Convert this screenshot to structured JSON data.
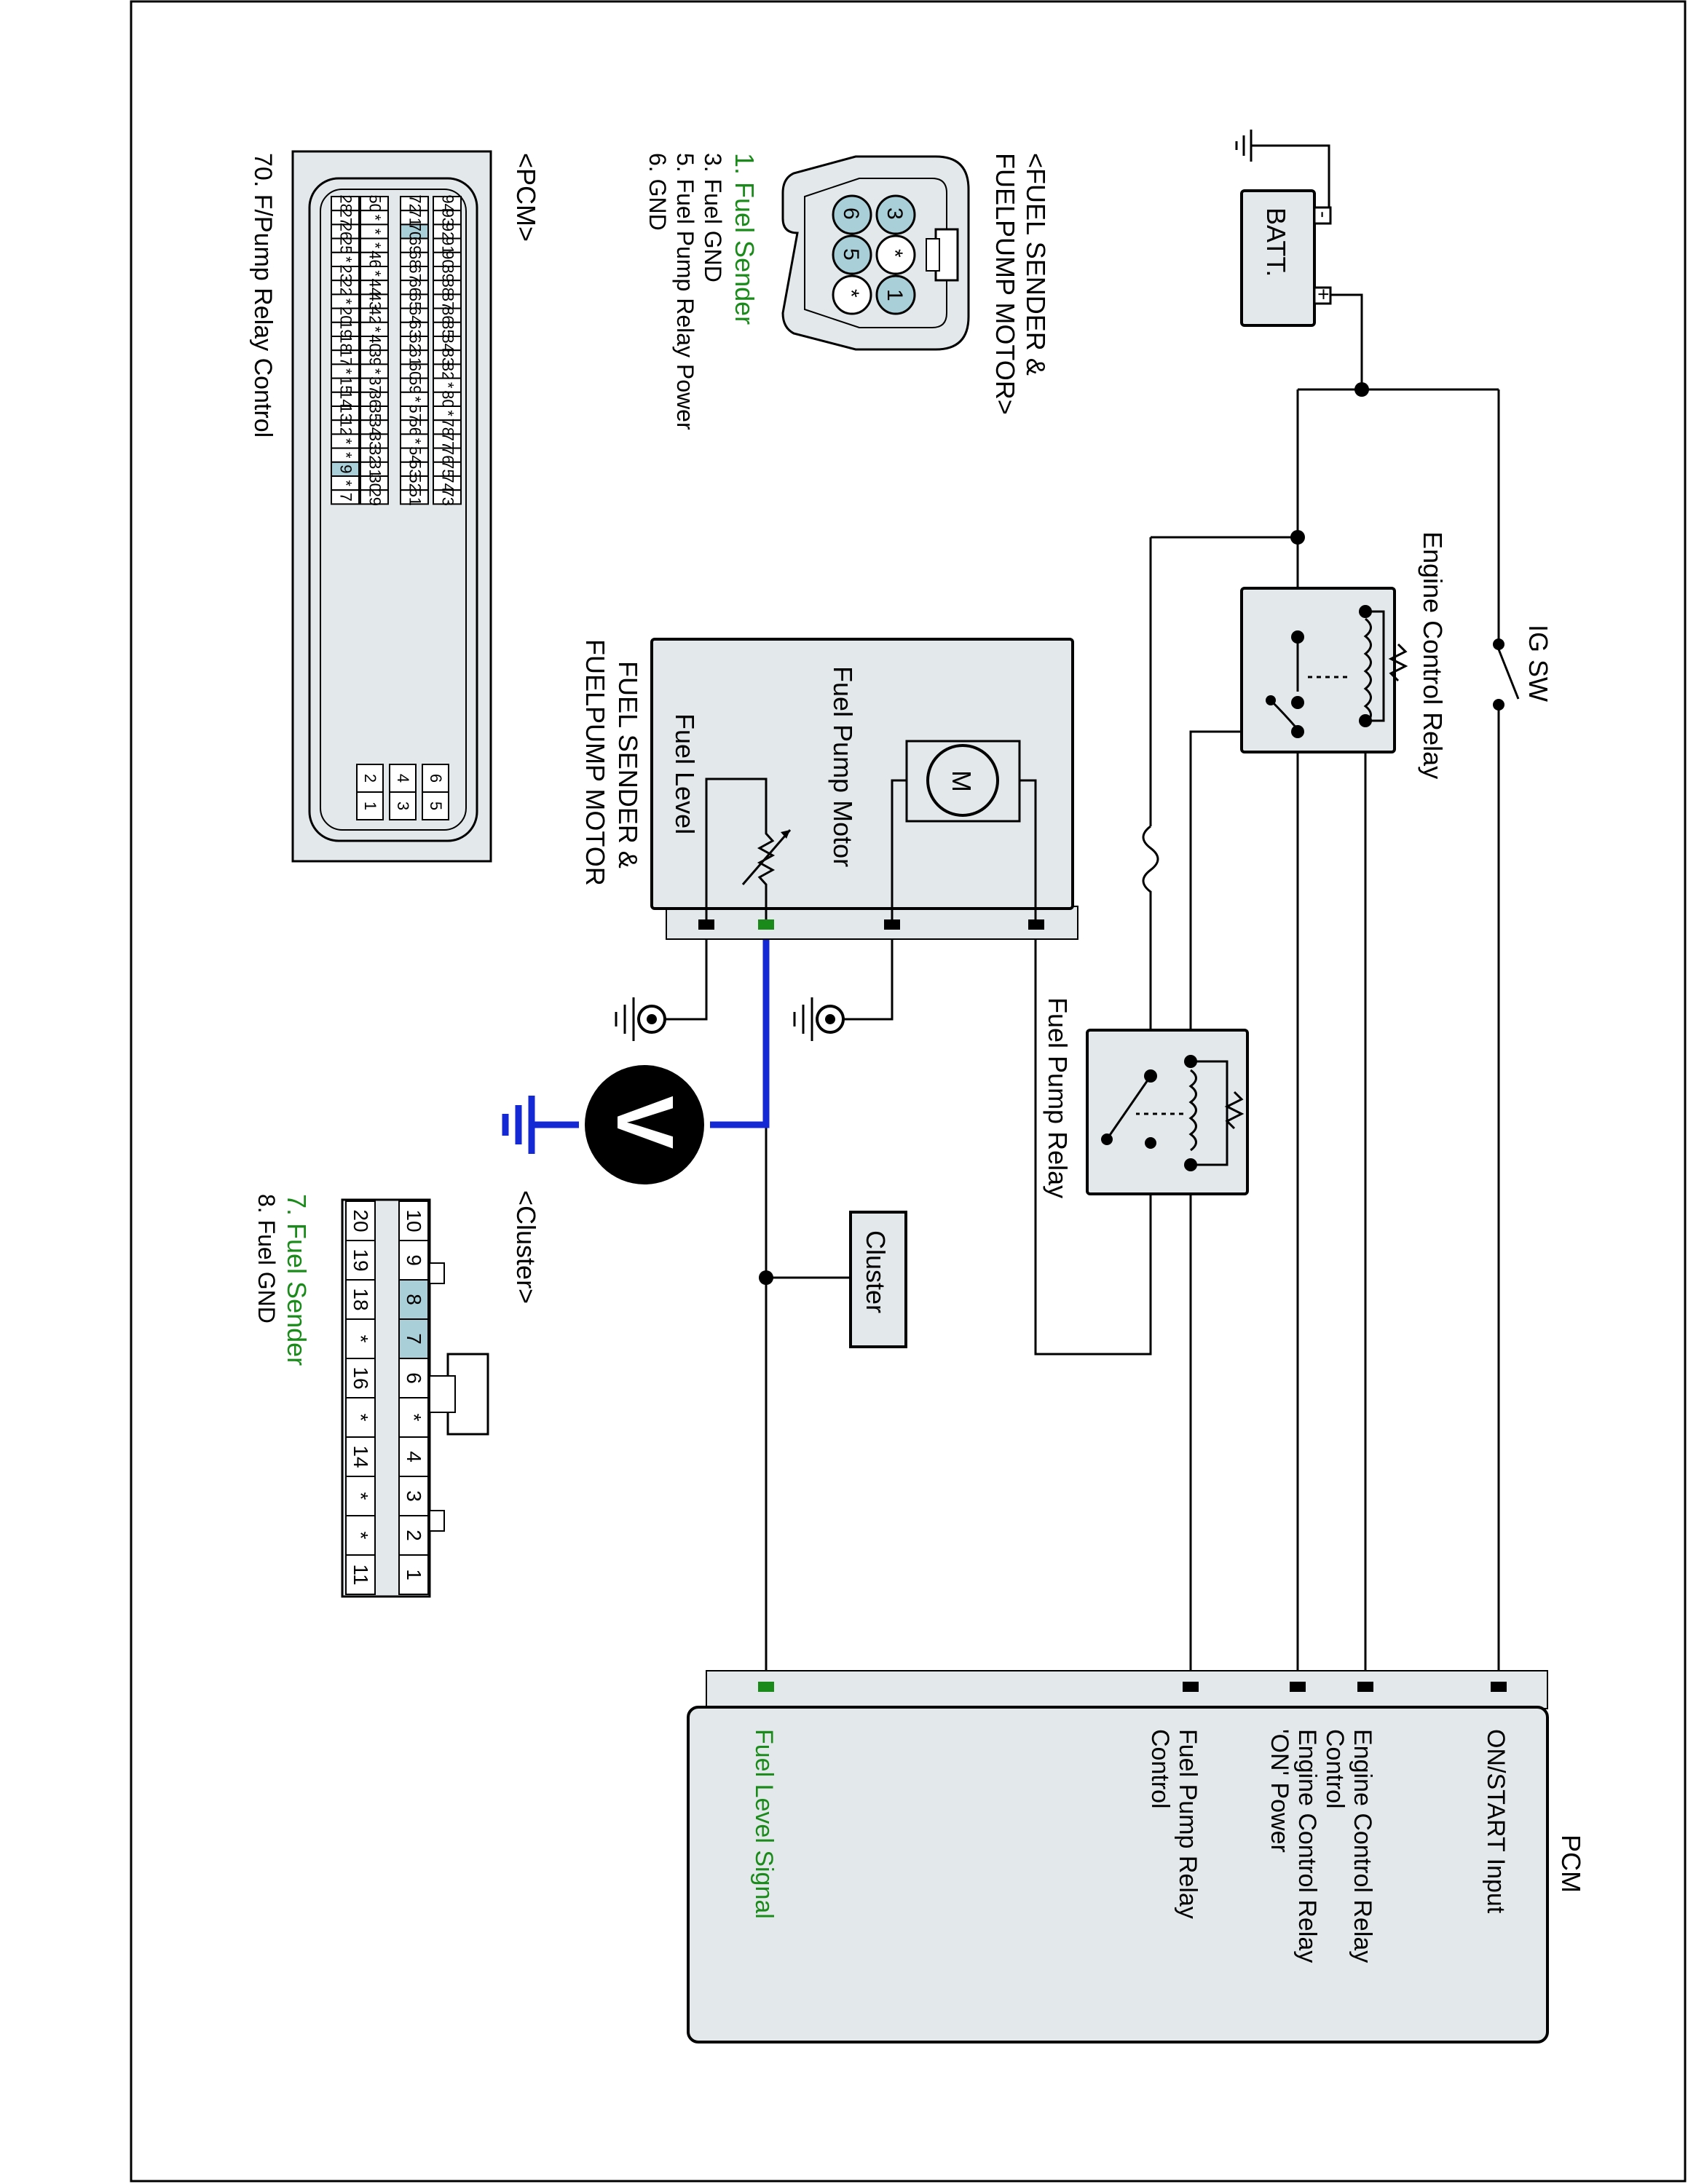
{
  "labels": {
    "batt": "BATT.",
    "ig_sw": "IG SW",
    "engine_control_relay": "Engine Control Relay",
    "fuel_pump_relay": "Fuel Pump Relay",
    "fuel_pump_motor": "Fuel Pump Motor",
    "fuel_level": "Fuel Level",
    "motor_symbol": "M",
    "sender_module_name": "FUEL SENDER &",
    "sender_module_name2": "FUELPUMP MOTOR",
    "cluster": "Cluster",
    "voltmeter": "V",
    "pcm_title": "PCM",
    "plus": "+",
    "minus": "-"
  },
  "pcm_pins": {
    "on_start": "ON/START Input",
    "ecr_control_1": "Engine Control Relay",
    "ecr_control_2": "Control",
    "ecr_on_power_1": "Engine Control Relay",
    "ecr_on_power_2": "'ON' Power",
    "fpr_control_1": "Fuel Pump Relay",
    "fpr_control_2": "Control",
    "fuel_level_signal": "Fuel Level Signal"
  },
  "fuel_sender_connector": {
    "title_1": "<FUEL SENDER &",
    "title_2": "FUELPUMP MOTOR>",
    "pins": [
      "3",
      "*",
      "1",
      "6",
      "5",
      "*"
    ],
    "legend": [
      {
        "text": "1. Fuel Sender",
        "highlight": true
      },
      {
        "text": "3. Fuel GND",
        "highlight": false
      },
      {
        "text": "5. Fuel Pump Relay Power",
        "highlight": false
      },
      {
        "text": "6. GND",
        "highlight": false
      }
    ]
  },
  "pcm_connector": {
    "title": "<PCM>",
    "row1": [
      "94",
      "93",
      "92",
      "91",
      "90",
      "89",
      "88",
      "87",
      "86",
      "85",
      "84",
      "83",
      "82",
      "*",
      "80",
      "*",
      "78",
      "77",
      "76",
      "75",
      "74",
      "73"
    ],
    "row2": [
      "72",
      "71",
      "70",
      "69",
      "68",
      "67",
      "66",
      "65",
      "64",
      "63",
      "62",
      "61",
      "60",
      "59",
      "*",
      "57",
      "56",
      "*",
      "54",
      "53",
      "52",
      "51"
    ],
    "row3": [
      "50",
      "*",
      "*",
      "*",
      "46",
      "*",
      "44",
      "43",
      "42",
      "*",
      "40",
      "39",
      "*",
      "37",
      "36",
      "35",
      "34",
      "33",
      "32",
      "31",
      "30",
      "29"
    ],
    "row4": [
      "28",
      "27",
      "26",
      "25",
      "*",
      "23",
      "22",
      "*",
      "20",
      "19",
      "18",
      "17",
      "*",
      "15",
      "14",
      "13",
      "12",
      "*",
      "*",
      "9",
      "*",
      "7"
    ],
    "small_rows": [
      [
        "6",
        "5"
      ],
      [
        "4",
        "3"
      ],
      [
        "2",
        "1"
      ]
    ],
    "highlight_pins": [
      "70",
      "9"
    ],
    "legend": "70. F/Pump Relay Control"
  },
  "cluster_connector": {
    "title": "<Cluster>",
    "row1": [
      "10",
      "9",
      "8",
      "7",
      "6",
      "*",
      "4",
      "3",
      "2",
      "1"
    ],
    "row2": [
      "20",
      "19",
      "18",
      "*",
      "16",
      "*",
      "14",
      "*",
      "*",
      "11"
    ],
    "highlight_pins": [
      "8",
      "7"
    ],
    "legend": [
      {
        "text": "7. Fuel Sender",
        "highlight": true
      },
      {
        "text": "8. Fuel GND",
        "highlight": false
      }
    ]
  },
  "colors": {
    "highlight_text": "#1a8a1a",
    "highlight_cell": "#a9cfd9",
    "probe_wire": "#1428d4",
    "box_fill": "#e3e9ea"
  }
}
